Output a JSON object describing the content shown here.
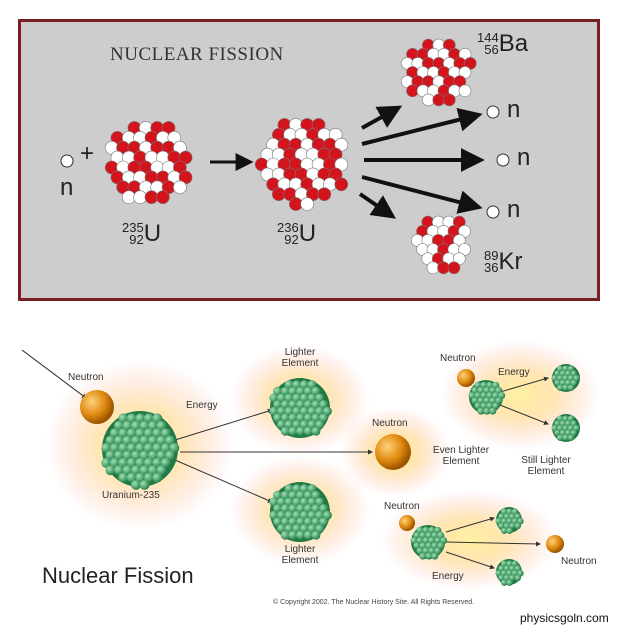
{
  "top": {
    "title": "NUCLEAR FISSION",
    "neutron_label": "n",
    "plus": "+",
    "u235": {
      "mass": "235",
      "atomic": "92",
      "symbol": "U"
    },
    "u236": {
      "mass": "236",
      "atomic": "92",
      "symbol": "U"
    },
    "ba": {
      "mass": "144",
      "atomic": "56",
      "symbol": "Ba"
    },
    "kr": {
      "mass": "89",
      "atomic": "36",
      "symbol": "Kr"
    },
    "product_neutrons": [
      "n",
      "n",
      "n"
    ]
  },
  "bottom": {
    "title": "Nuclear Fission",
    "labels": {
      "neutron_in": "Neutron",
      "energy_main": "Energy",
      "lighter_top": "Lighter Element",
      "uranium": "Uranium-235",
      "lighter_bottom": "Lighter Element",
      "neutron_mid": "Neutron",
      "even_lighter": "Even Lighter Element",
      "neutron_tr": "Neutron",
      "energy_tr": "Energy",
      "still_lighter": "Still Lighter Element",
      "neutron_br": "Neutron",
      "energy_br": "Energy",
      "neutron_out": "Neutron"
    },
    "copyright": "© Copyright 2002. The Nuclear History Site. All Rights Reserved.",
    "site": "physicsgoln.com"
  },
  "colors": {
    "proton": "#d4141c",
    "neutron_ball": "#ffffff",
    "panel_border": "#7a1f1f",
    "panel_bg": "#cdcdcd",
    "green_nucleus": "#2e9a5a",
    "orange_neutron": "#e08a10",
    "glow": "#ffe680"
  }
}
